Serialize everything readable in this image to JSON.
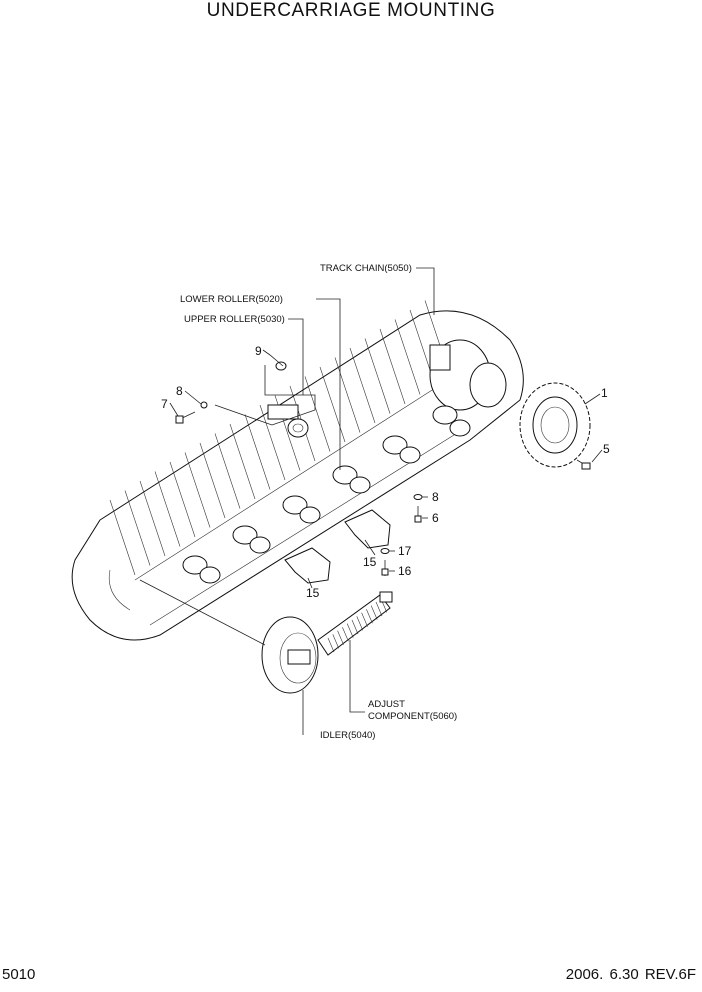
{
  "header": {
    "title": "UNDERCARRIAGE MOUNTING"
  },
  "labels": {
    "track_chain": "TRACK CHAIN(5050)",
    "lower_roller": "LOWER ROLLER(5020)",
    "upper_roller": "UPPER ROLLER(5030)",
    "adjust_1": "ADJUST",
    "adjust_2": "COMPONENT(5060)",
    "idler": "IDLER(5040)"
  },
  "callouts": {
    "c1": "1",
    "c5": "5",
    "c6": "6",
    "c7": "7",
    "c8a": "8",
    "c8b": "8",
    "c9": "9",
    "c15a": "15",
    "c15b": "15",
    "c16": "16",
    "c17": "17"
  },
  "footer": {
    "page": "5010",
    "revision": "2006. 6.30  REV.6F"
  }
}
